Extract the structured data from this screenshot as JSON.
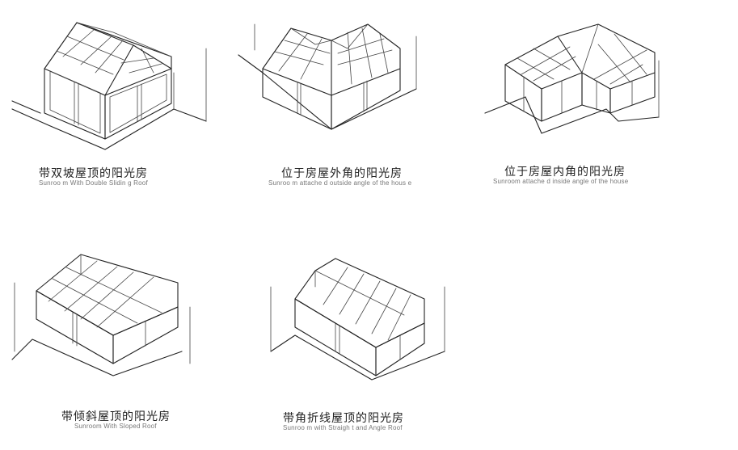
{
  "panels": [
    {
      "zh": "带双坡屋顶的阳光房",
      "en": "Sunroo m With Double  Slidin g Roof"
    },
    {
      "zh": "位于房屋外角的阳光房",
      "en": "Sunroo m attache d outside  angle of the hous e"
    },
    {
      "zh": "位于房屋内角的阳光房",
      "en": "Sunroom  attache d inside angle of the house"
    },
    {
      "zh": "带倾斜屋顶的阳光房",
      "en": "Sunroom  With Sloped  Roof"
    },
    {
      "zh": "带角折线屋顶的阳光房",
      "en": "Sunroo m with  Straigh t and Angle Roof"
    }
  ]
}
